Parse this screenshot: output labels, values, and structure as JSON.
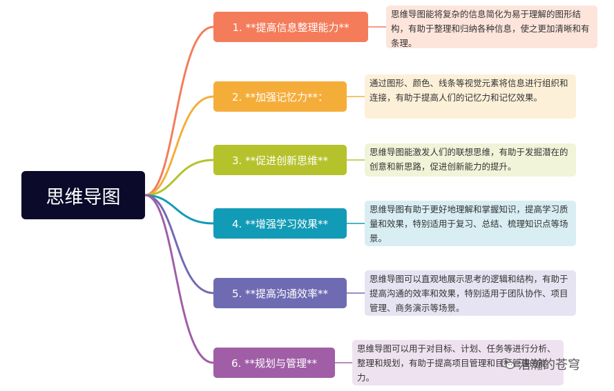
{
  "root": {
    "label": "思维导图"
  },
  "branches": [
    {
      "label": "1. **提高信息整理能力**",
      "color": "#f47c5b",
      "note_bg": "#fde5dc",
      "note": "思维导图能将复杂的信息简化为易于理解的图形结构，有助于整理和归纳各种信息，使之更加清晰和有条理。"
    },
    {
      "label": "2. **加强记忆力**：",
      "color": "#f5ad3a",
      "note_bg": "#fdf0d8",
      "note": "通过图形、颜色、线条等视觉元素将信息进行组织和连接，有助于提高人们的记忆力和记忆效果。"
    },
    {
      "label": "3. **促进创新思维**",
      "color": "#b5c22c",
      "note_bg": "#f2f4d9",
      "note": "思维导图能激发人们的联想思维，有助于发掘潜在的创意和新思路，促进创新能力的提升。"
    },
    {
      "label": "4. **增强学习效果**",
      "color": "#129bb6",
      "note_bg": "#d8eef3",
      "note": "思维导图有助于更好地理解和掌握知识，提高学习质量和效果，特别适用于复习、总结、梳理知识点等场景。"
    },
    {
      "label": "5. **提高沟通效率**",
      "color": "#6f6bb2",
      "note_bg": "#e6e4f2",
      "note": "思维导图可以直观地展示思考的逻辑和结构，有助于提高沟通的效率和效果，特别适用于团队协作、项目管理、商务演示等场景。"
    },
    {
      "label": "6. **规划与管理**",
      "color": "#a05ea6",
      "note_bg": "#efe2f0",
      "note": "思维导图可以用于对目标、计划、任务等进行分析、整理和规划，有助于提高项目管理和目标管理的能力。"
    }
  ],
  "watermark": {
    "text": "浩瀚的苍穹",
    "icon": "wechat-icon"
  }
}
